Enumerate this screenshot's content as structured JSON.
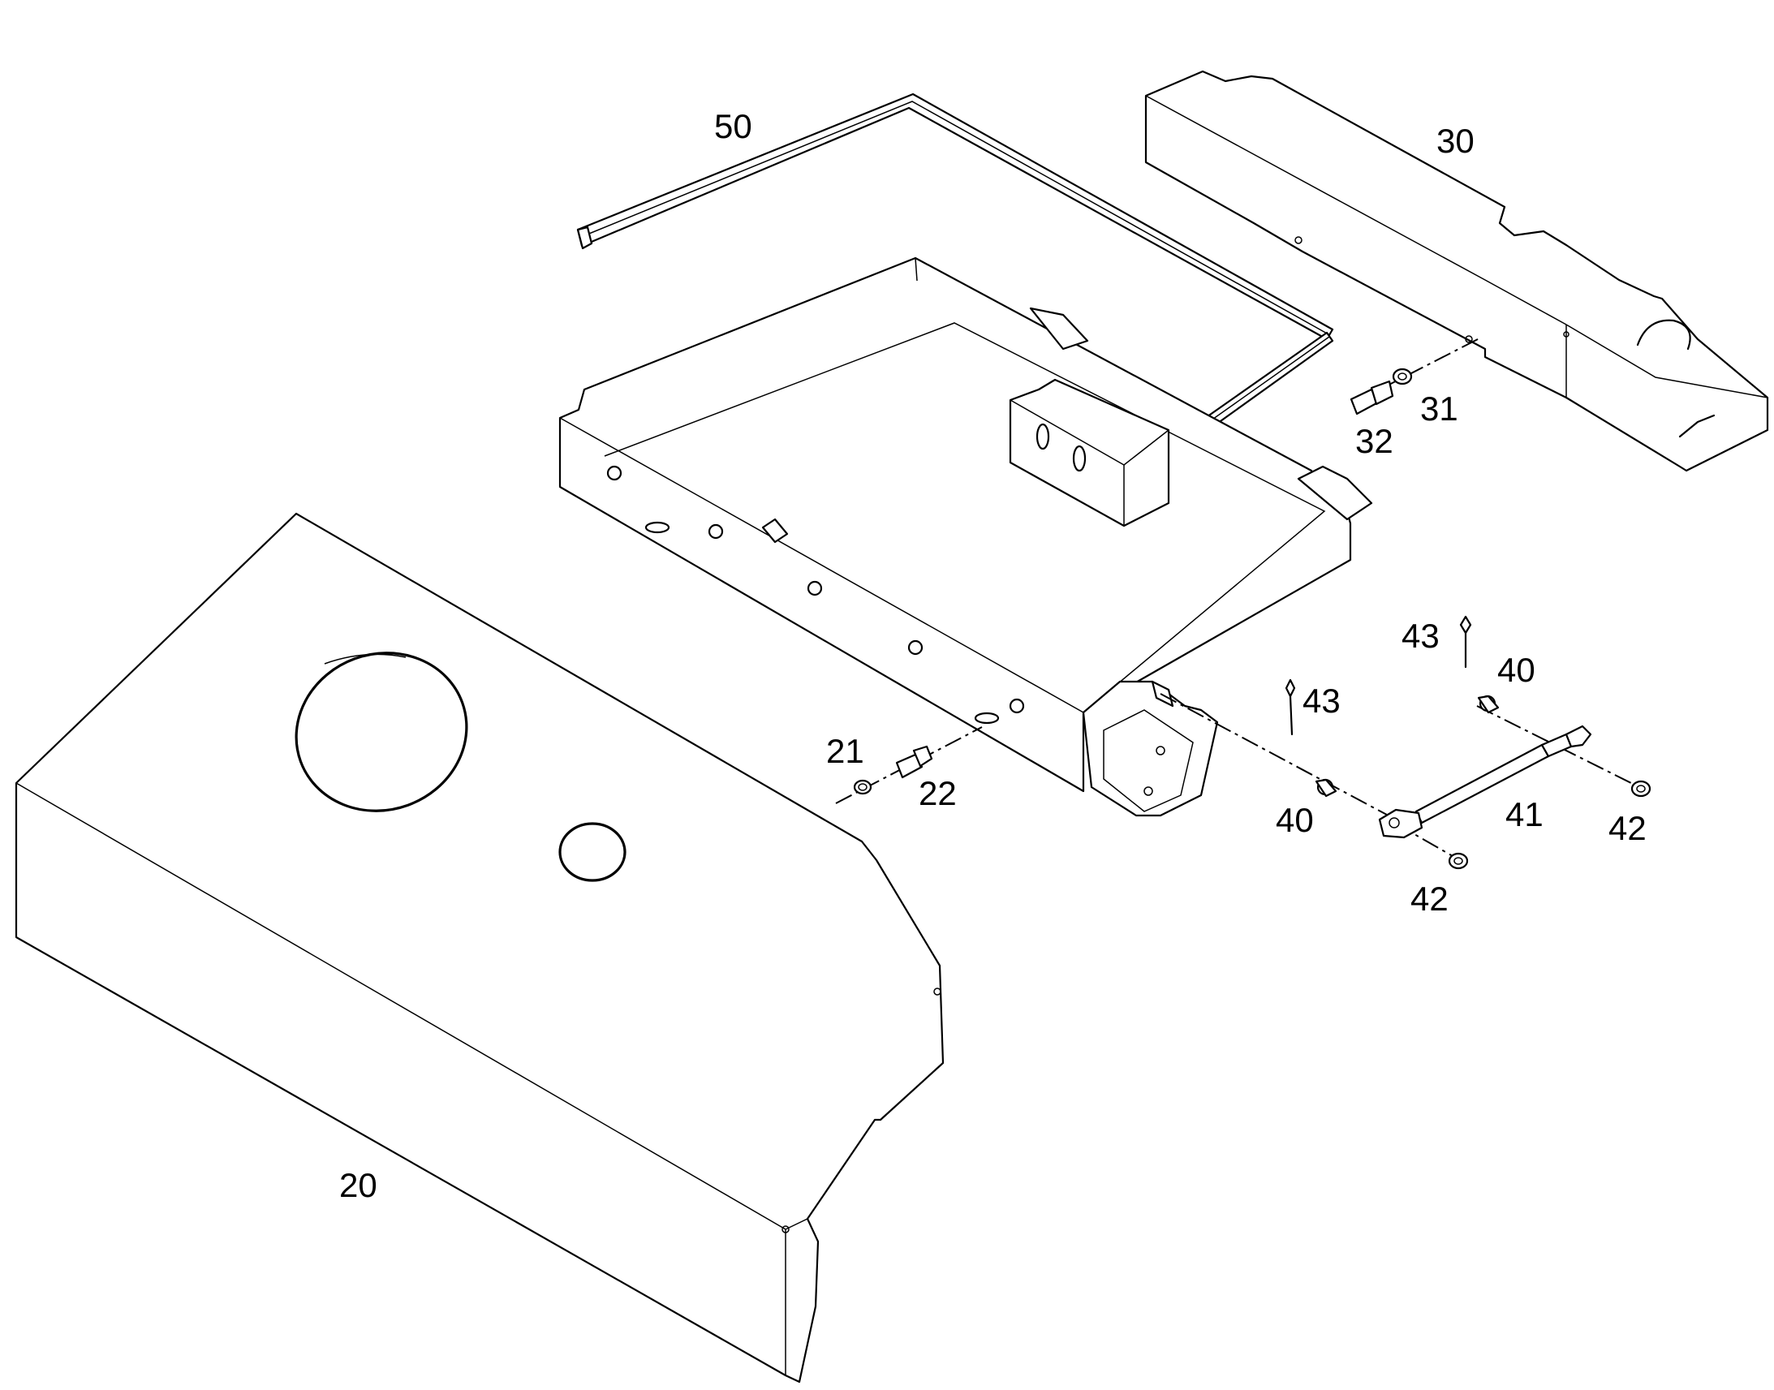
{
  "callouts": {
    "c50": "50",
    "c30": "30",
    "c31": "31",
    "c32": "32",
    "c43a": "43",
    "c40a": "40",
    "c43b": "43",
    "c21": "21",
    "c22": "22",
    "c40b": "40",
    "c41": "41",
    "c42a": "42",
    "c42b": "42",
    "c20": "20"
  },
  "colors": {
    "line": "#000000",
    "background": "#ffffff"
  }
}
